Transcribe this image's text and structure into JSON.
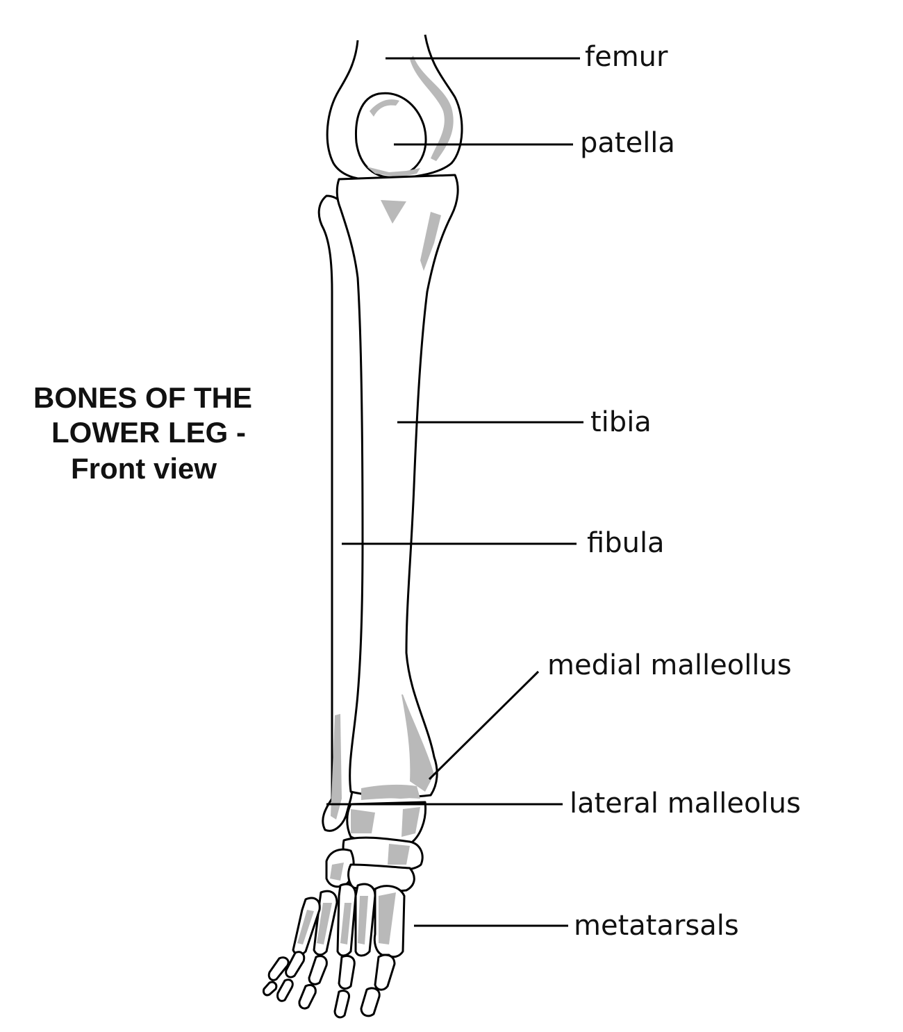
{
  "title": {
    "line1": "BONES OF THE",
    "line2": "LOWER LEG -",
    "line3": "Front view"
  },
  "labels": {
    "femur": "femur",
    "patella": "patella",
    "tibia": "tibia",
    "fibula": "fibula",
    "medial_malleolus": "medial malleollus",
    "lateral_malleolus": "lateral malleolus",
    "metatarsals": "metatarsals"
  },
  "colors": {
    "outline": "#000000",
    "shading": "#b9b9b9",
    "background": "#ffffff"
  }
}
